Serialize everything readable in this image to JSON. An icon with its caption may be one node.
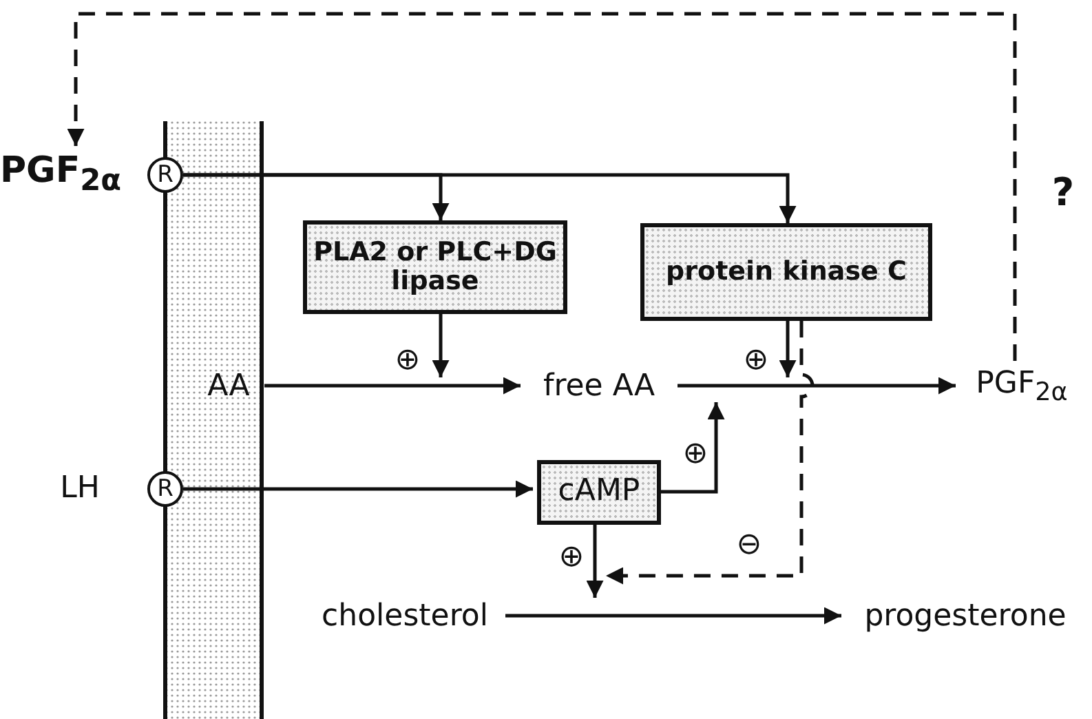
{
  "diagram": {
    "nodes": [
      {
        "text": [
          "PGF$_{2α}$"
        ]
      },
      {
        "text": [
          "R"
        ]
      },
      {
        "text": [
          "PLA2 or PLC+DG lipase"
        ]
      },
      {
        "text": [
          "protein kinase C"
        ]
      },
      {
        "text": [
          "AA"
        ]
      },
      {
        "text": [
          "free AA"
        ]
      },
      {
        "text": [
          "PGF$_{2α}$"
        ]
      },
      {
        "text": [
          "LH"
        ]
      },
      {
        "text": [
          "R"
        ]
      },
      {
        "text": [
          "cAMP"
        ]
      },
      {
        "text": [
          "cholesterol"
        ]
      },
      {
        "text": [
          "progesterone"
        ]
      }
    ],
    "edges": [
      {
        "from": 6,
        "to": 0,
        "arrow": "to",
        "style": "dashed",
        "label": "?"
      },
      {
        "from": 1,
        "to": 2,
        "arrow": "to"
      },
      {
        "from": 1,
        "to": 3,
        "arrow": "to"
      },
      {
        "from": 2,
        "to": null,
        "arrow": "to",
        "label": "⊕"
      },
      {
        "from": 3,
        "to": null,
        "arrow": "to",
        "label": "⊕"
      },
      {
        "from": 3,
        "to": null,
        "arrow": "to",
        "style": "dashed",
        "label": "⊖"
      },
      {
        "from": 4,
        "to": 5,
        "arrow": "to"
      },
      {
        "from": 5,
        "to": 6,
        "arrow": "to"
      },
      {
        "from": 8,
        "to": 9,
        "arrow": "to"
      },
      {
        "from": 9,
        "to": null,
        "arrow": "to",
        "label": "⊕"
      },
      {
        "from": 9,
        "to": null,
        "arrow": "to",
        "label": "⊕"
      },
      {
        "from": 10,
        "to": 11,
        "arrow": "to"
      }
    ]
  }
}
